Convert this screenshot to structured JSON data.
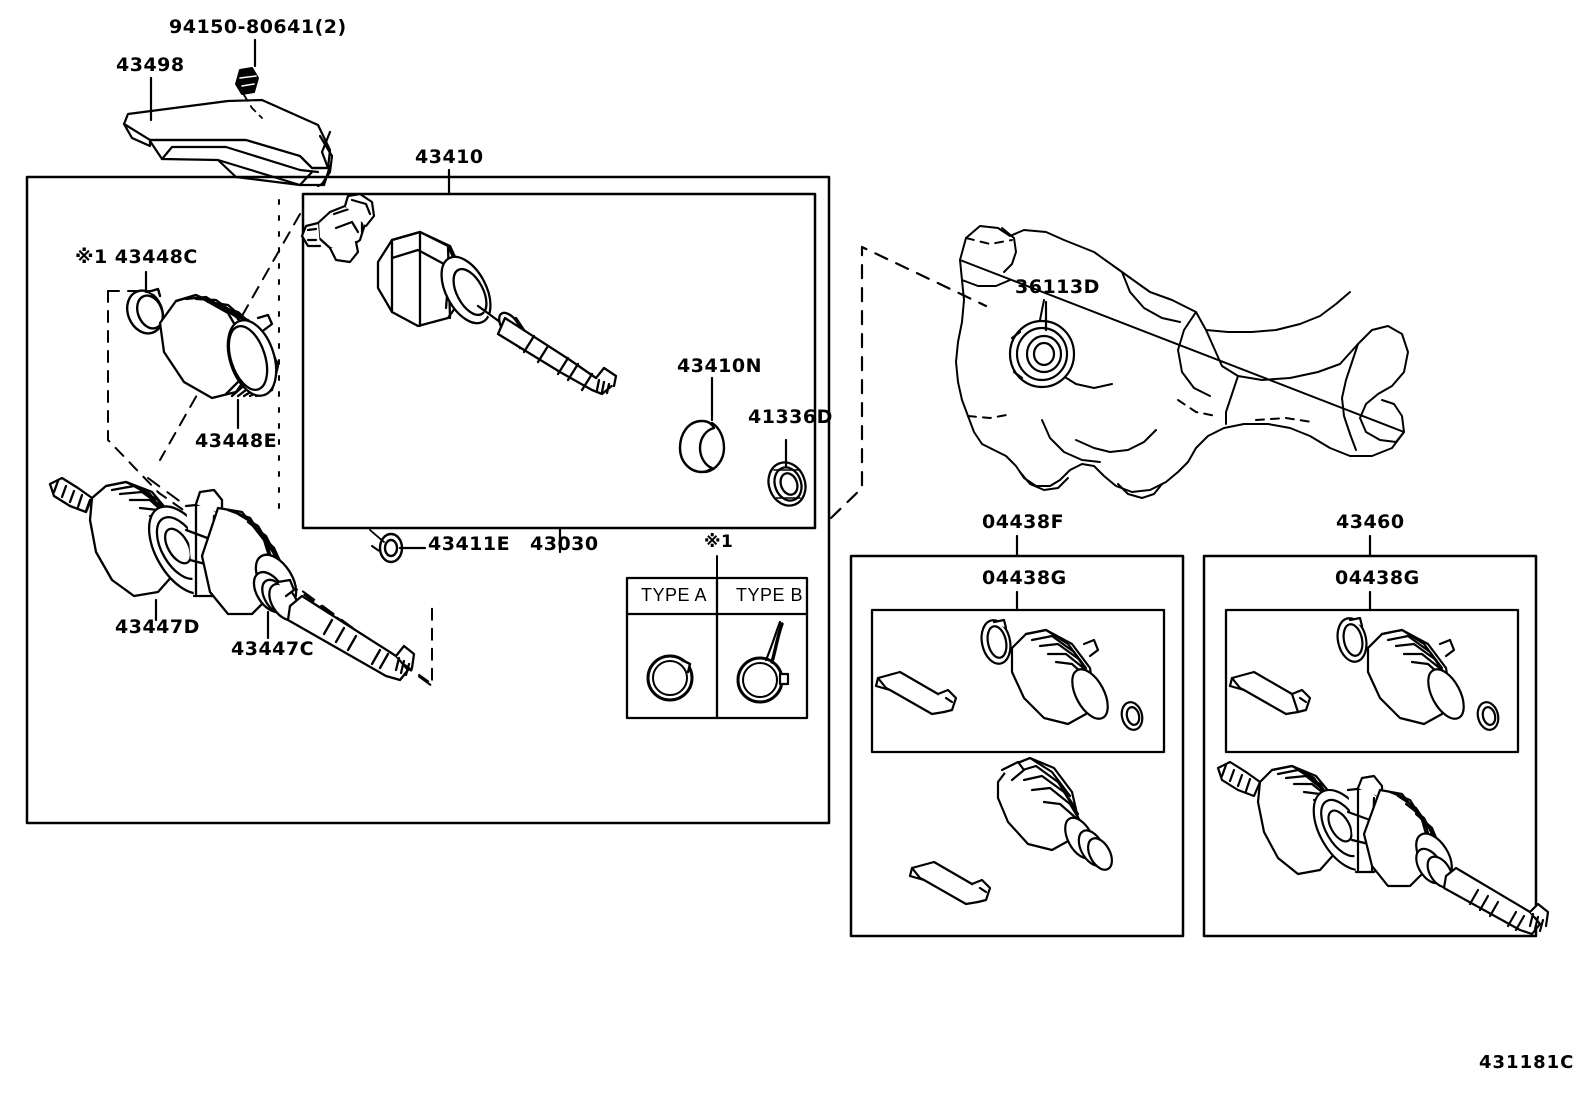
{
  "diagram": {
    "code": "431181C",
    "note_marker": "※1"
  },
  "labels": {
    "clip_nut": "94150-80641(2)",
    "cover": "43498",
    "shaft_assy": "43410",
    "boot_clamp_small": "※1 43448C",
    "boot": "43448E",
    "snap_ring": "43410N",
    "oil_seal": "41336D",
    "inner_joint_kit": "43030",
    "ring": "43411E",
    "outer_joint": "43447D",
    "outer_clamp": "43447C",
    "diff_oil_seal": "36113D",
    "boot_kit_f": "04438F",
    "boot_kit_g_left": "04438G",
    "boot_kit_g_right": "04438G",
    "drive_shaft_assy": "43460"
  },
  "type_table": {
    "marker": "※1",
    "headers": [
      "TYPE A",
      "TYPE B"
    ]
  },
  "colors": {
    "line": "#000000",
    "background": "#ffffff"
  }
}
